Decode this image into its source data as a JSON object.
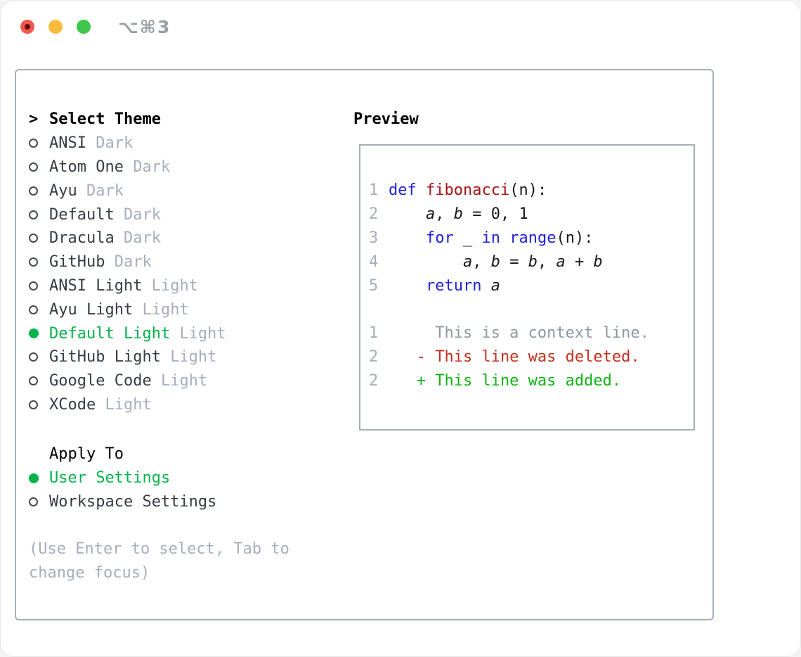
{
  "window": {
    "title": "⌥⌘3",
    "traffic_lights": [
      {
        "name": "close",
        "color": "#f0584d",
        "has_dot": true
      },
      {
        "name": "minimize",
        "color": "#f7bc3e",
        "has_dot": false
      },
      {
        "name": "zoom",
        "color": "#3dc649",
        "has_dot": false
      }
    ]
  },
  "theme_list": {
    "prompt": ">",
    "title": "Select Theme",
    "items": [
      {
        "name": "ANSI",
        "variant": "Dark",
        "selected": false
      },
      {
        "name": "Atom One",
        "variant": "Dark",
        "selected": false
      },
      {
        "name": "Ayu",
        "variant": "Dark",
        "selected": false
      },
      {
        "name": "Default",
        "variant": "Dark",
        "selected": false
      },
      {
        "name": "Dracula",
        "variant": "Dark",
        "selected": false
      },
      {
        "name": "GitHub",
        "variant": "Dark",
        "selected": false
      },
      {
        "name": "ANSI Light",
        "variant": "Light",
        "selected": false
      },
      {
        "name": "Ayu Light",
        "variant": "Light",
        "selected": false
      },
      {
        "name": "Default Light",
        "variant": "Light",
        "selected": true
      },
      {
        "name": "GitHub Light",
        "variant": "Light",
        "selected": false
      },
      {
        "name": "Google Code",
        "variant": "Light",
        "selected": false
      },
      {
        "name": "XCode",
        "variant": "Light",
        "selected": false
      }
    ]
  },
  "apply_to": {
    "title": "Apply To",
    "options": [
      {
        "label": "User Settings",
        "selected": true
      },
      {
        "label": "Workspace Settings",
        "selected": false
      }
    ]
  },
  "help_text": "(Use Enter to select, Tab to change focus)",
  "preview": {
    "title": "Preview",
    "code_lines": [
      {
        "no": "1",
        "segs": [
          [
            "kw",
            "def"
          ],
          [
            "p",
            " "
          ],
          [
            "fn",
            "fibonacci"
          ],
          [
            "p",
            "(n):"
          ]
        ]
      },
      {
        "no": "2",
        "segs": [
          [
            "p",
            "    "
          ],
          [
            "v",
            "a"
          ],
          [
            "p",
            ", "
          ],
          [
            "v",
            "b"
          ],
          [
            "p",
            " = 0, 1"
          ]
        ]
      },
      {
        "no": "3",
        "segs": [
          [
            "p",
            "    "
          ],
          [
            "kw",
            "for"
          ],
          [
            "p",
            " _ "
          ],
          [
            "kw",
            "in"
          ],
          [
            "p",
            " "
          ],
          [
            "kw",
            "range"
          ],
          [
            "p",
            "(n):"
          ]
        ]
      },
      {
        "no": "4",
        "segs": [
          [
            "p",
            "        "
          ],
          [
            "v",
            "a"
          ],
          [
            "p",
            ", "
          ],
          [
            "v",
            "b"
          ],
          [
            "p",
            " = "
          ],
          [
            "v",
            "b"
          ],
          [
            "p",
            ", "
          ],
          [
            "v",
            "a"
          ],
          [
            "p",
            " + "
          ],
          [
            "v",
            "b"
          ]
        ]
      },
      {
        "no": "5",
        "segs": [
          [
            "p",
            "    "
          ],
          [
            "kw",
            "return"
          ],
          [
            "p",
            " "
          ],
          [
            "v",
            "a"
          ]
        ]
      }
    ],
    "diff_lines": [
      {
        "no": "1",
        "kind": "ctx",
        "text": "     This is a context line."
      },
      {
        "no": "2",
        "kind": "del",
        "text": "   - This line was deleted."
      },
      {
        "no": "2",
        "kind": "add",
        "text": "   + This line was added."
      }
    ]
  },
  "colors": {
    "selection_green": "#00b34a",
    "keyword_blue": "#2121dd",
    "function_red": "#a61616",
    "deleted_red": "#c52f1d",
    "added_green": "#0eb314",
    "context_gray": "#8f98a1",
    "muted_gray": "#a6aebc",
    "item_text": "#363c44",
    "border_gray": "#a7aeb9",
    "lineno_gray": "#a4adbb",
    "title_gray": "#9a9fa6"
  }
}
